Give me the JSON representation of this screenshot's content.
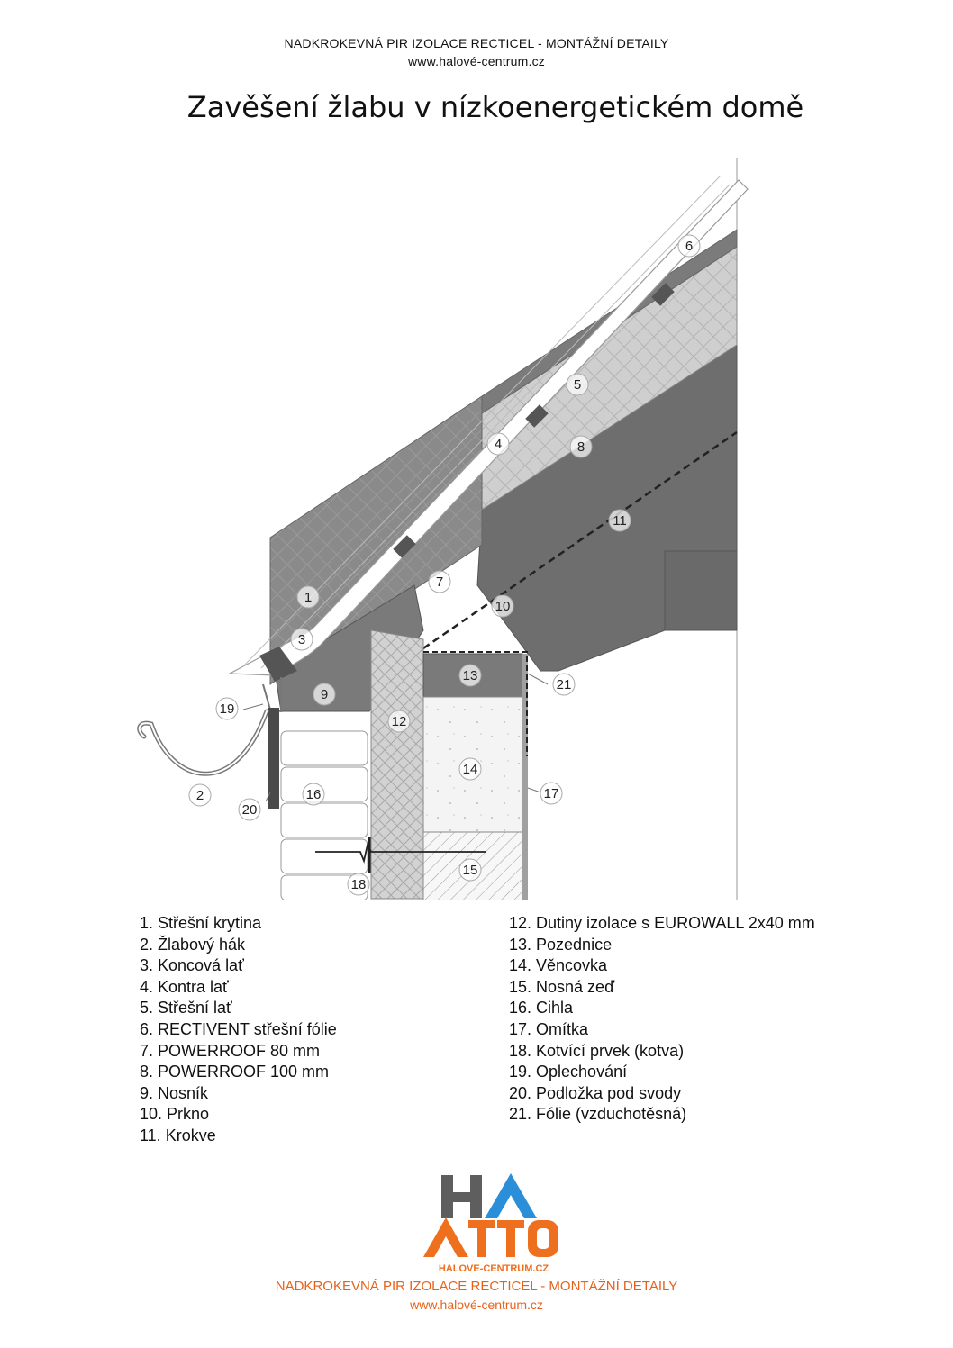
{
  "header": {
    "line1": "NADKROKEVNÁ PIR IZOLACE RECTICEL - MONTÁŽNÍ DETAILY",
    "line2": "www.halové-centrum.cz"
  },
  "title": "Zavěšení žlabu v nízkoenergetickém domě",
  "drawing": {
    "numbers": [
      "1",
      "2",
      "3",
      "4",
      "5",
      "6",
      "7",
      "8",
      "9",
      "10",
      "11",
      "12",
      "13",
      "14",
      "15",
      "16",
      "17",
      "18",
      "19",
      "20",
      "21"
    ]
  },
  "legend": {
    "left": [
      "1. Střešní krytina",
      "2. Žlabový hák",
      "3. Koncová lať",
      "4. Kontra lať",
      "5. Střešní lať",
      "6. RECTIVENT střešní fólie",
      "7. POWERROOF 80 mm",
      "8. POWERROOF 100 mm",
      "9. Nosník",
      "10. Prkno",
      "11. Krokve"
    ],
    "right": [
      "12. Dutiny izolace s EUROWALL 2x40 mm",
      "13. Pozednice",
      "14. Věncovka",
      "15. Nosná zeď",
      "16. Cihla",
      "17. Omítka",
      "18. Kotvící prvek (kotva)",
      "19. Oplechování",
      "20. Podložka pod svody",
      "21. Fólie (vzduchotěsná)"
    ]
  },
  "logo": {
    "letters_top": "HA",
    "letters_bottom": "ATTO",
    "caption": "HALOVE-CENTRUM.CZ",
    "colors": {
      "grey": "#5e5e5e",
      "blue": "#2a8fd8",
      "orange": "#ee6f1d"
    }
  },
  "footer": {
    "line1": "NADKROKEVNÁ PIR IZOLACE RECTICEL - MONTÁŽNÍ DETAILY",
    "line2": "www.halové-centrum.cz",
    "color": "#e8611a"
  }
}
